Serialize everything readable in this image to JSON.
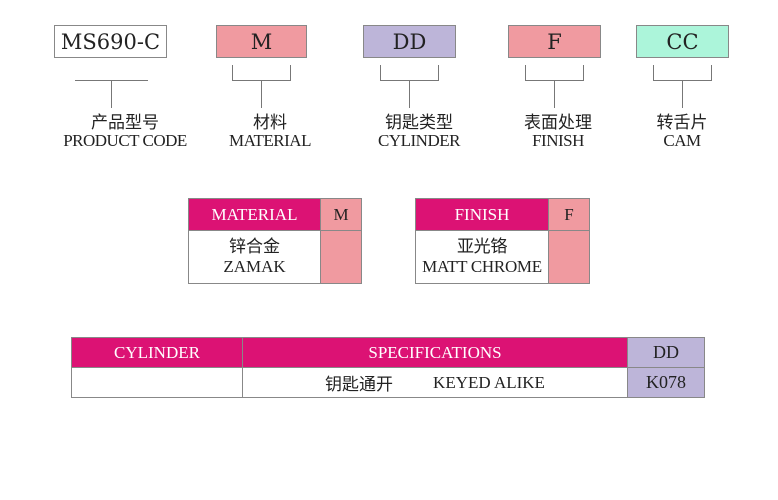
{
  "codes": [
    {
      "value": "MS690-C",
      "cn": "产品型号",
      "en": "PRODUCT CODE",
      "color": "#FFFFFF"
    },
    {
      "value": "M",
      "cn": "材料",
      "en": "MATERIAL",
      "color": "#F09AA0"
    },
    {
      "value": "DD",
      "cn": "钥匙类型",
      "en": "CYLINDER",
      "color": "#BDB5D9"
    },
    {
      "value": "F",
      "cn": "表面处理",
      "en": "FINISH",
      "color": "#F09AA0"
    },
    {
      "value": "CC",
      "cn": "转舌片",
      "en": "CAM",
      "color": "#ACF5DA"
    }
  ],
  "material_table": {
    "header": "MATERIAL",
    "code": "M",
    "cn": "锌合金",
    "en": "ZAMAK"
  },
  "finish_table": {
    "header": "FINISH",
    "code": "F",
    "cn": "亚光铬",
    "en": "MATT CHROME"
  },
  "cylinder_table": {
    "header": "CYLINDER",
    "spec_header": "SPECIFICATIONS",
    "code_header": "DD",
    "cylinder_value": "",
    "spec_cn": "钥匙通开",
    "spec_en": "KEYED ALIKE",
    "code": "K078"
  },
  "colors": {
    "header": "#DC1274",
    "pink": "#F09AA0",
    "lavender": "#BDB5D9",
    "mint": "#ACF5DA"
  }
}
